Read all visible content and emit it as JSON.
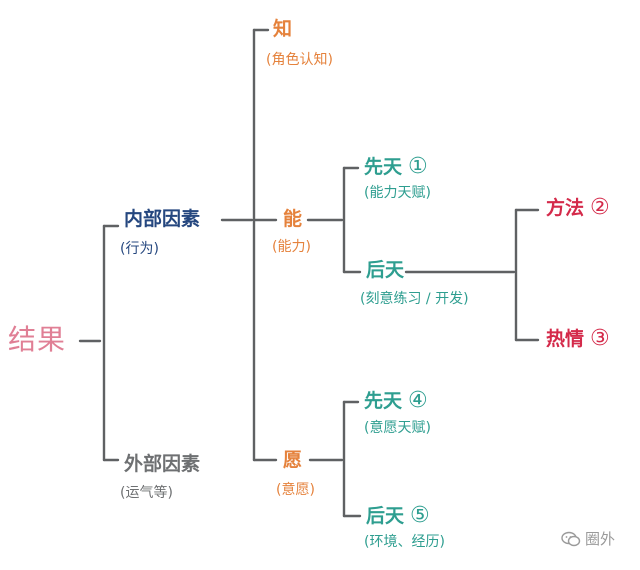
{
  "root": {
    "label": "结果"
  },
  "internal": {
    "label": "内部因素",
    "sub": "(行为)"
  },
  "external": {
    "label": "外部因素",
    "sub": "(运气等)"
  },
  "know": {
    "label": "知",
    "sub": "(角色认知)"
  },
  "ability": {
    "label": "能",
    "sub": "(能力)"
  },
  "will": {
    "label": "愿",
    "sub": "(意愿)"
  },
  "ability_innate": {
    "label": "先天",
    "mark": "①",
    "sub": "(能力天赋)"
  },
  "ability_acquired": {
    "label": "后天",
    "sub": "(刻意练习 / 开发)"
  },
  "method": {
    "label": "方法",
    "mark": "②"
  },
  "passion": {
    "label": "热情",
    "mark": "③"
  },
  "will_innate": {
    "label": "先天",
    "mark": "④",
    "sub": "(意愿天赋)"
  },
  "will_acquired": {
    "label": "后天",
    "mark": "⑤",
    "sub": "(环境、经历)"
  },
  "watermark": {
    "label": "圈外",
    "icon": "wechat-icon"
  },
  "colors": {
    "root": "#e07f95",
    "level_know": "#e5823c",
    "internal": "#25477f",
    "external": "#6e7072",
    "innate_acquired": "#2e9e90",
    "method_passion": "#d42a4a",
    "lines": "#5f6163"
  }
}
